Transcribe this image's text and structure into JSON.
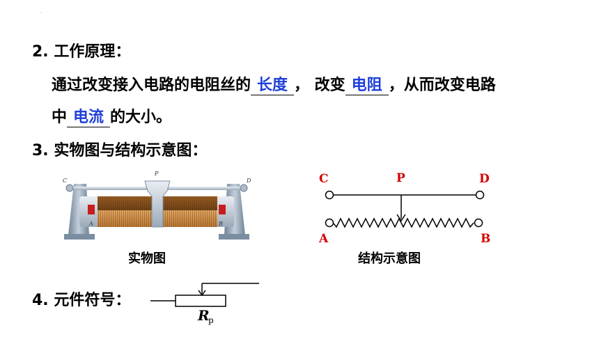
{
  "top_mark": "·",
  "section2": {
    "heading": "2. 工作原理：",
    "line1_a": "通过改变接入电路的电阻丝的",
    "blank1": "长度",
    "line1_b": "， 改变",
    "blank2": "电阻",
    "line1_c": "，从而改变电路",
    "line2_a": "中",
    "blank3": "电流",
    "line2_b": "的大小。"
  },
  "section3": {
    "heading": "3. 实物图与结构示意图：",
    "photo_caption": "实物图",
    "photo_labels": {
      "c": "C",
      "p": "P",
      "d": "D",
      "a": "A",
      "b": "B"
    },
    "schematic_caption": "结构示意图",
    "schematic_labels": {
      "c": "C",
      "p": "P",
      "d": "D",
      "a": "A",
      "b": "B"
    }
  },
  "section4": {
    "heading": "4. 元件符号：",
    "symbol_label_main": "R",
    "symbol_label_sub": "p"
  },
  "colors": {
    "blank_text": "#1f3fd8",
    "schematic_labels": "#d40000",
    "coil": "#b5722e",
    "frame": "#8fa3b8"
  }
}
